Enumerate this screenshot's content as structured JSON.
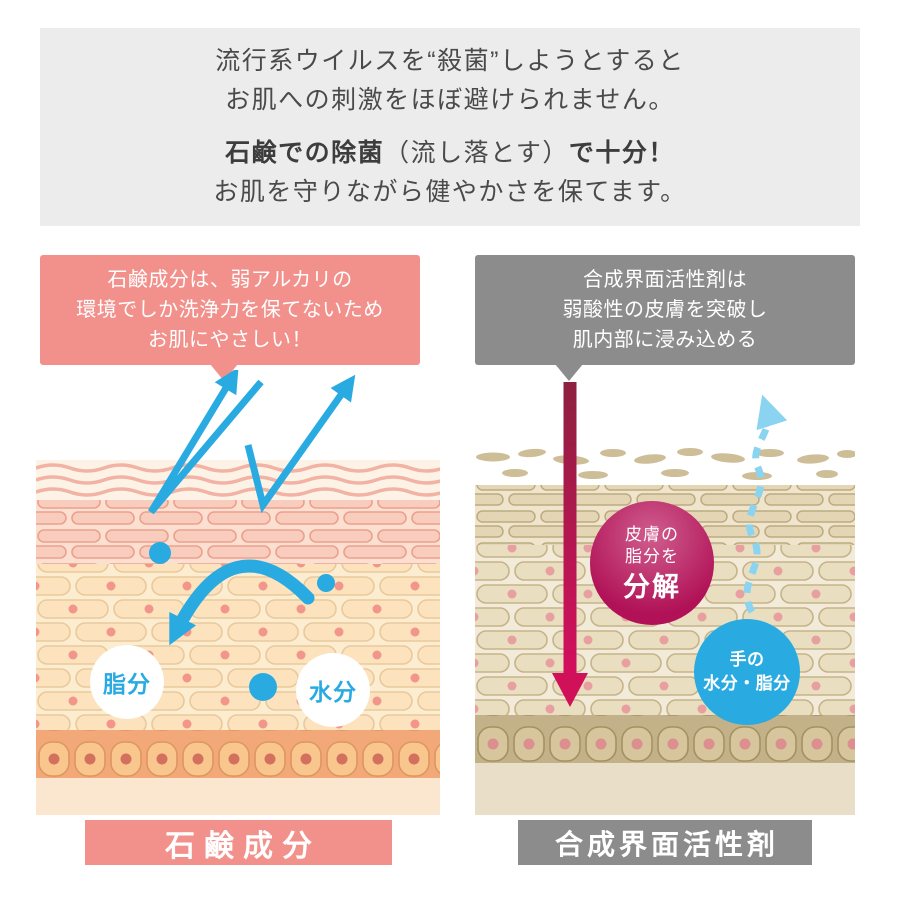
{
  "colors": {
    "soap_pink": "#f2918c",
    "surfactant_gray": "#8c8c8c",
    "water_blue": "#29abe2",
    "penetrate_magenta": "#c3135c",
    "header_bg": "#ececec"
  },
  "header": {
    "line1": "流行系ウイルスを“殺菌”しようとすると",
    "line2": "お肌への刺激をほぼ避けられません。",
    "line3_bold_a": "石鹸での除菌",
    "line3_normal": "（流し落とす）",
    "line3_bold_b": "で十分！",
    "line4": "お肌を守りながら健やかさを保てます。"
  },
  "soap": {
    "bubble": {
      "line1": "石鹸成分は、弱アルカリの",
      "line2": "環境でしか洗浄力を保てないため",
      "line3": "お肌にやさしい！"
    },
    "oil_label": "脂分",
    "water_label": "水分",
    "footer": "石鹸成分"
  },
  "surfactant": {
    "bubble": {
      "line1": "合成界面活性剤は",
      "line2": "弱酸性の皮膚を突破し",
      "line3": "肌内部に浸み込める"
    },
    "break_circle": {
      "line1": "皮膚の",
      "line2": "脂分を",
      "line3": "分解"
    },
    "hand_circle": {
      "line1": "手の",
      "line2": "水分・脂分"
    },
    "footer": "合成界面活性剤"
  }
}
